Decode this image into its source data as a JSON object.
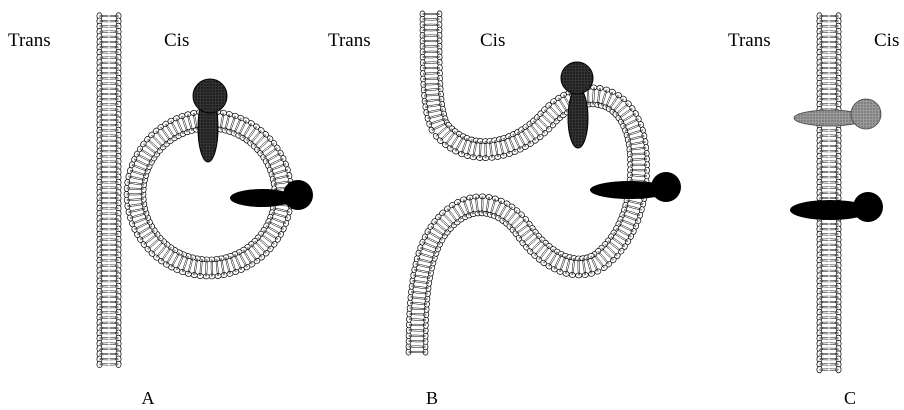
{
  "panels": [
    {
      "id": "A",
      "label": "A",
      "trans_label": "Trans",
      "cis_label": "Cis",
      "description_visible": false
    },
    {
      "id": "B",
      "label": "B",
      "trans_label": "Trans",
      "cis_label": "Cis"
    },
    {
      "id": "C",
      "label": "C",
      "trans_label": "Trans",
      "cis_label": "Cis"
    }
  ],
  "colors": {
    "background": "#ffffff",
    "lipid_outline": "#000000",
    "protein_dark": "#000000",
    "protein_gray": "#3a3a3a",
    "protein_light": "#8c8c8c"
  }
}
